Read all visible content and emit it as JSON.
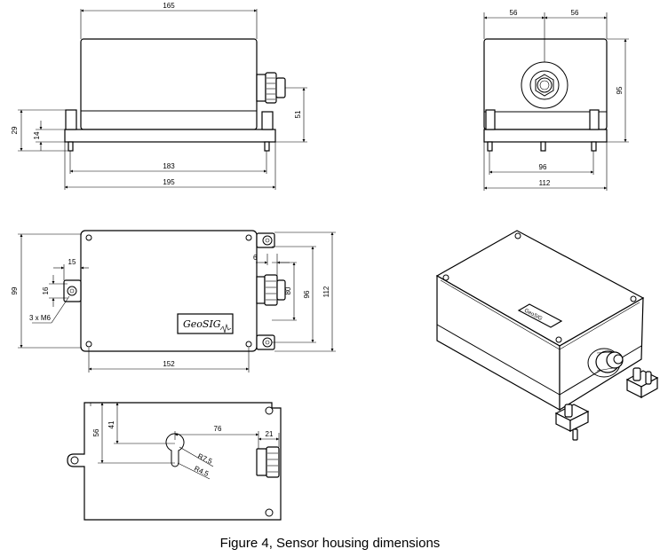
{
  "caption": "Figure 4, Sensor housing dimensions",
  "logo_text": "GeoSIG",
  "views": {
    "front": {
      "dim_width_top": "165",
      "dim_height_left": "29",
      "dim_feet_left": "14",
      "dim_right": "51",
      "dim_inner_bottom": "183",
      "dim_outer_bottom": "195"
    },
    "side": {
      "dim_left_half": "56",
      "dim_right_half": "56",
      "dim_right_height": "95",
      "dim_inner_bottom": "96",
      "dim_outer_bottom": "112"
    },
    "top": {
      "dim_left_height": "99",
      "dim_tab_offset": "15",
      "dim_tab_height": "16",
      "screw_note": "3 x M6",
      "dim_small_right": "6",
      "dim_inner_right": "80",
      "dim_mid_right": "96",
      "dim_outer_right": "112",
      "dim_bottom": "152"
    },
    "bottom": {
      "dim_outer_left": "56",
      "dim_inner_left": "41",
      "dim_hole_offset": "76",
      "dim_connector": "21",
      "radius_large": "R7.5",
      "radius_small": "R4.5"
    }
  }
}
